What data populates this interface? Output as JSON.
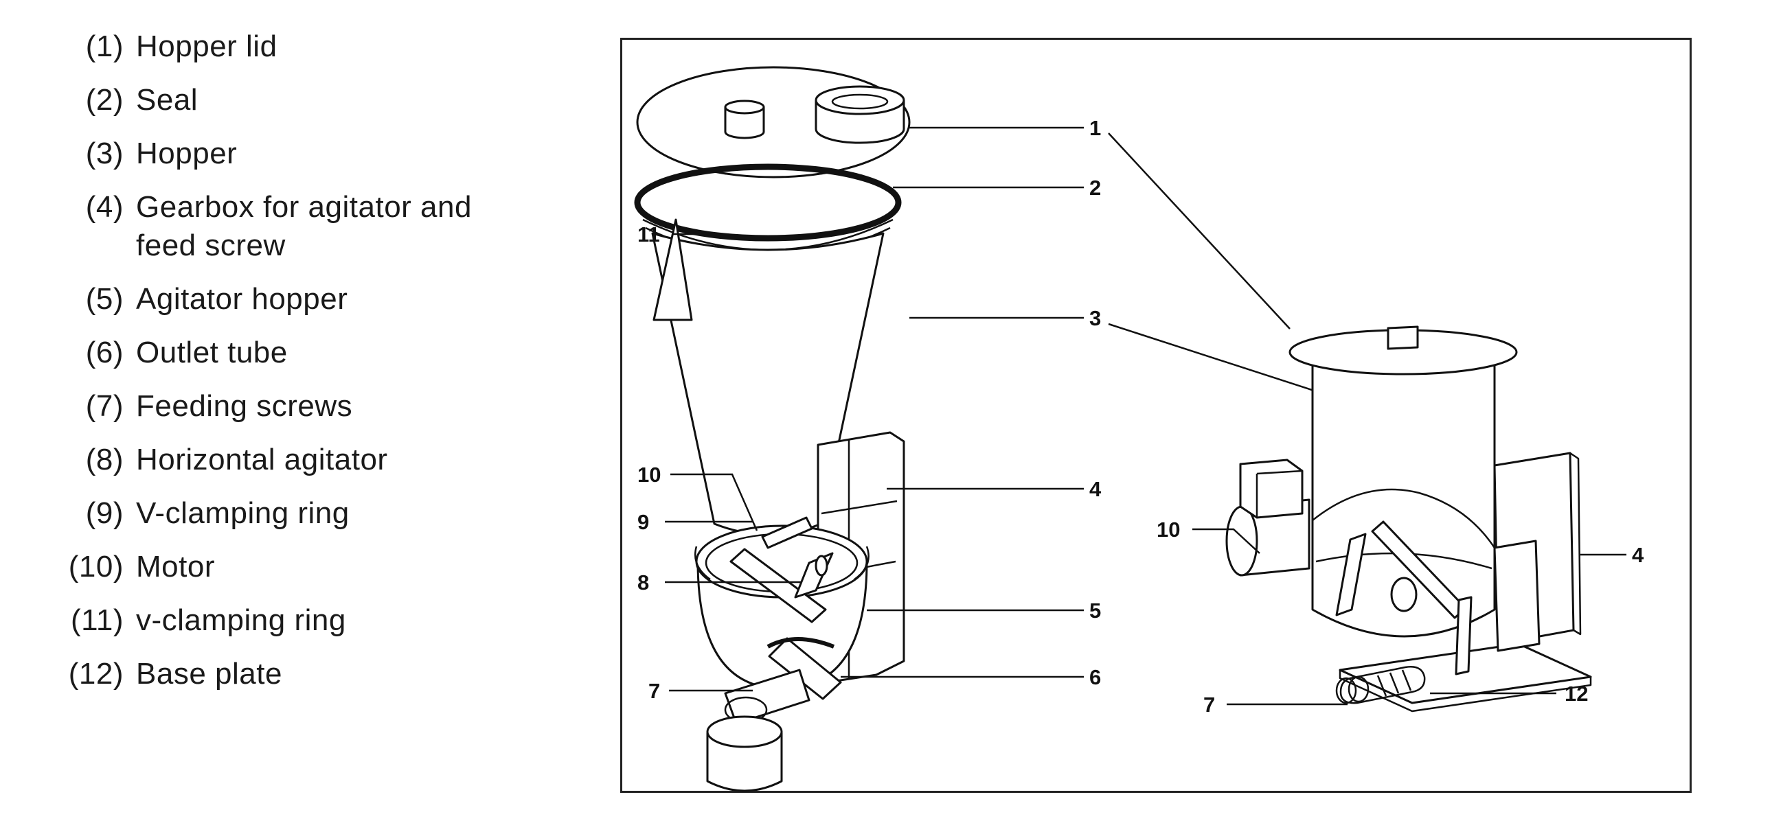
{
  "legend": [
    {
      "num": "(1)",
      "lines": [
        "Hopper lid"
      ]
    },
    {
      "num": "(2)",
      "lines": [
        "Seal"
      ]
    },
    {
      "num": "(3)",
      "lines": [
        "Hopper"
      ]
    },
    {
      "num": "(4)",
      "lines": [
        "Gearbox for agitator and",
        "feed screw"
      ]
    },
    {
      "num": "(5)",
      "lines": [
        "Agitator hopper"
      ]
    },
    {
      "num": "(6)",
      "lines": [
        "Outlet tube"
      ]
    },
    {
      "num": "(7)",
      "lines": [
        "Feeding screws"
      ]
    },
    {
      "num": "(8)",
      "lines": [
        "Horizontal agitator"
      ]
    },
    {
      "num": "(9)",
      "lines": [
        "V-clamping ring"
      ]
    },
    {
      "num": "(10)",
      "lines": [
        "Motor"
      ]
    },
    {
      "num": "(11)",
      "lines": [
        "v-clamping ring"
      ]
    },
    {
      "num": "(12)",
      "lines": [
        "Base plate"
      ]
    }
  ],
  "callouts": {
    "left": {
      "c1": "1",
      "c2": "2",
      "c3": "3",
      "c4": "4",
      "c5": "5",
      "c6": "6",
      "c7": "7",
      "c8": "8",
      "c9": "9",
      "c10": "10",
      "c11": "11"
    },
    "right": {
      "c4": "4",
      "c7": "7",
      "c10": "10",
      "c12": "12"
    }
  }
}
